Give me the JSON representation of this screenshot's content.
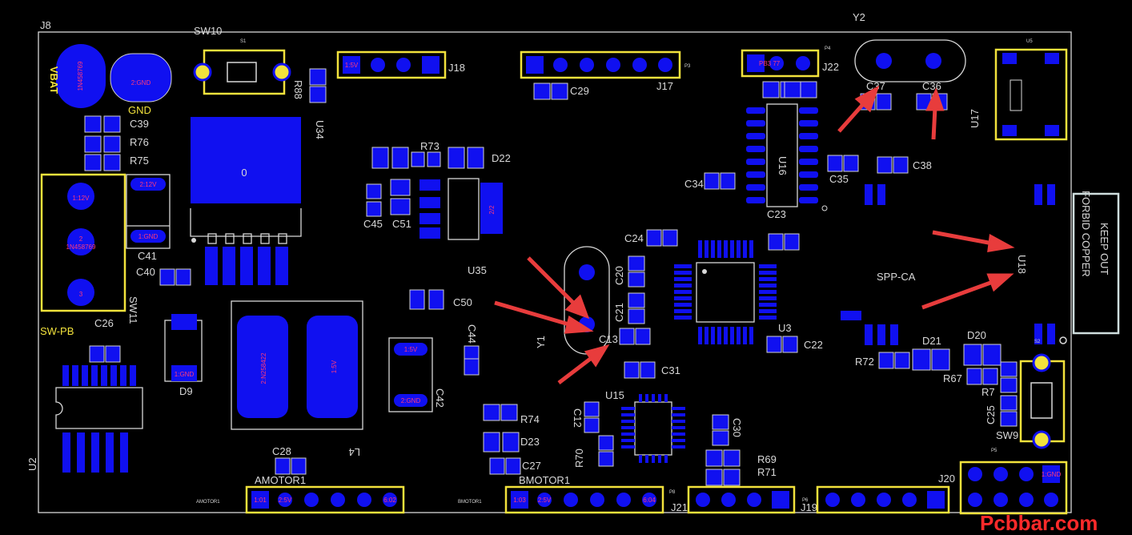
{
  "board": {
    "text": {
      "J8": "J8",
      "VBAT": "VBAT",
      "D1_code": "1N458769",
      "GND2": "2:GND",
      "GND": "GND",
      "C39": "C39",
      "R76": "R76",
      "R75": "R75",
      "SW10": "SW10",
      "S1": "S1",
      "R88": "R88",
      "U34": "U34",
      "J18": "J18",
      "P3": "P3",
      "J17": "J17",
      "C29": "C29",
      "P4": "P4",
      "J22": "J22",
      "J22pins": "PB3 77",
      "Y2": "Y2",
      "C37": "C37",
      "C36": "C36",
      "U5": "U5",
      "U17": "U17",
      "U16": "U16",
      "C35": "C35",
      "C38": "C38",
      "C34": "C34",
      "C23": "C23",
      "R73": "R73",
      "D22": "D22",
      "C45": "C45",
      "C51": "C51",
      "reg22": "2/2",
      "big0": "0",
      "conn112": "1:12V",
      "conn2": "2",
      "conn2code": "1N458769",
      "conn3": "3",
      "t212": "2:12V",
      "t1gnd": "1:GND",
      "C41": "C41",
      "C40": "C40",
      "SWPB": "SW-PB",
      "SW11": "SW11",
      "C26": "C26",
      "C24": "C24",
      "C20": "C20",
      "C21": "C21",
      "C13": "C13",
      "Y1": "Y1",
      "U35": "U35",
      "C50": "C50",
      "C44": "C44",
      "t15v": "1:5V",
      "t2gnd": "2:GND",
      "C42": "C42",
      "L4code": "2:N258422",
      "L4val": "1:5V",
      "L4": "L4",
      "D9": "D9",
      "D9pad": "1:GND",
      "U2": "U2",
      "C28": "C28",
      "AMOTOR1": "AMOTOR1",
      "amotor_small": "AMOTOR1",
      "BMOTOR1": "BMOTOR1",
      "bmotor_small": "BMOTOR1",
      "R74": "R74",
      "D23": "D23",
      "C27": "C27",
      "C12": "C12",
      "R70": "R70",
      "U15": "U15",
      "C31": "C31",
      "C30": "C30",
      "R69": "R69",
      "R71": "R71",
      "P8": "P8",
      "J21": "J21",
      "P6": "P6",
      "J19": "J19",
      "J20": "J20",
      "P5": "P5",
      "U3": "U3",
      "C22": "C22",
      "SPPCA": "SPP-CA",
      "U18": "U18",
      "KEEPOUT": "KEEP OUT",
      "FORBID": "FORBID COPPER",
      "R72": "R72",
      "D21": "D21",
      "D20": "D20",
      "R67": "R67",
      "R7": "R7",
      "C25": "C25",
      "SW9": "SW9",
      "S2": "S2",
      "j18p1": "1:5V",
      "amotorp1": "1:01",
      "amotorp2": "2:5V",
      "amotorp6": "6:02",
      "bmotorp1": "1:03",
      "bmotorp2": "2:5V",
      "bmotorp6": "6:04",
      "j20p1": "1:GND",
      "watermark": "Pcbbar.com"
    },
    "colors": {
      "background": "#000000",
      "silk": "#d8d8d8",
      "outline": "#f2e23c",
      "pad": "#1010f0",
      "arrow": "#e83c3c",
      "watermark": "#ff2a2a"
    }
  }
}
